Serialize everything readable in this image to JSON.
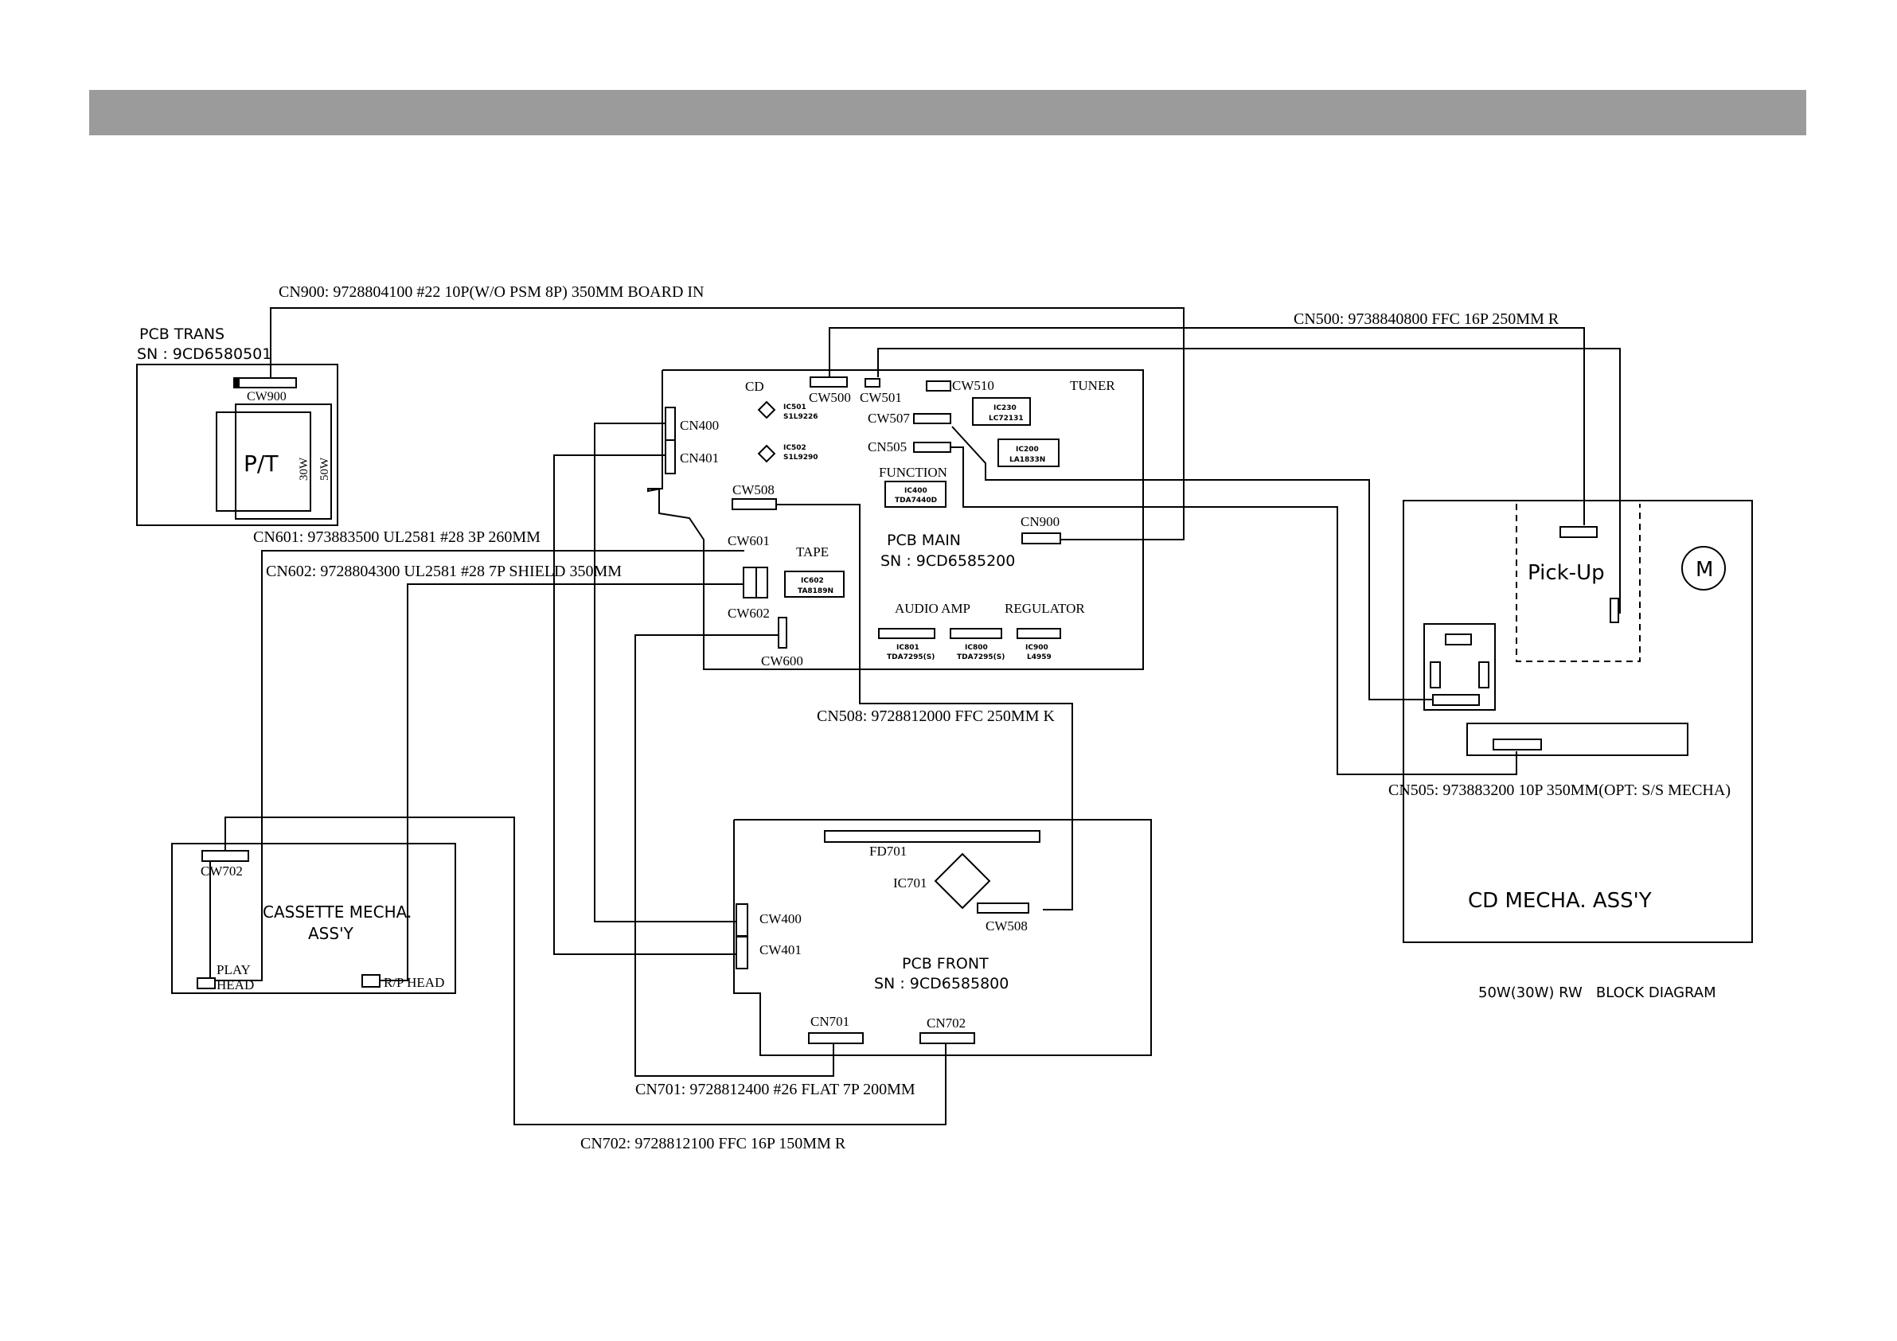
{
  "header_bar_color": "#9b9b9b",
  "diagram_title": "50W(30W) RW   BLOCK DIAGRAM",
  "cables": {
    "cn900": "CN900: 9728804100 #22 10P(W/O PSM 8P) 350MM BOARD IN",
    "cn500": "CN500: 9738840800 FFC 16P 250MM R",
    "cn601": "CN601: 973883500 UL2581 #28 3P 260MM",
    "cn602": "CN602: 9728804300 UL2581 #28 7P SHIELD 350MM",
    "cn508": "CN508: 9728812000 FFC 250MM K",
    "cn505": "CN505: 973883200 10P 350MM(OPT: S/S MECHA)",
    "cn701": "CN701: 9728812400 #26 FLAT 7P 200MM",
    "cn702": "CN702: 9728812100 FFC 16P 150MM R"
  },
  "pcb_trans": {
    "title": "PCB TRANS",
    "sn": "SN : 9CD6580501",
    "cw900": "CW900",
    "pt": "P/T",
    "w30": "30W",
    "w50": "50W"
  },
  "pcb_main": {
    "cd": "CD",
    "cw500": "CW500",
    "cw501": "CW501",
    "cw510": "CW510",
    "tuner": "TUNER",
    "cn400": "CN400",
    "cn401": "CN401",
    "ic501": [
      "IC501",
      "S1L9226"
    ],
    "ic502": [
      "IC502",
      "S1L9290"
    ],
    "cw507": "CW507",
    "ic230": [
      "IC230",
      "LC72131"
    ],
    "ic200": [
      "IC200",
      "LA1833N"
    ],
    "cn505": "CN505",
    "function": "FUNCTION",
    "ic400": [
      "IC400",
      "TDA7440D"
    ],
    "cw508": "CW508",
    "cn900": "CN900",
    "cw601": "CW601",
    "tape": "TAPE",
    "title": "PCB MAIN",
    "sn": "SN : 9CD6585200",
    "ic602": [
      "IC602",
      "TA8189N"
    ],
    "cw602": "CW602",
    "audio_amp": "AUDIO AMP",
    "regulator": "REGULATOR",
    "cw600": "CW600",
    "ic801": [
      "IC801",
      "TDA7295(S)"
    ],
    "ic800": [
      "IC800",
      "TDA7295(S)"
    ],
    "ic900": [
      "IC900",
      "L4959"
    ]
  },
  "cd_mecha": {
    "pickup": "Pick-Up",
    "motor": "M",
    "title": "CD MECHA. ASS'Y"
  },
  "cassette": {
    "cw702": "CW702",
    "title1": "CASSETTE MECHA.",
    "title2": "ASS'Y",
    "play1": "PLAY",
    "play2": "HEAD",
    "rp": "R/P HEAD"
  },
  "pcb_front": {
    "fd701": "FD701",
    "ic701": "IC701",
    "cw508": "CW508",
    "cw400": "CW400",
    "cw401": "CW401",
    "title": "PCB FRONT",
    "sn": "SN : 9CD6585800",
    "cn701": "CN701",
    "cn702": "CN702"
  }
}
